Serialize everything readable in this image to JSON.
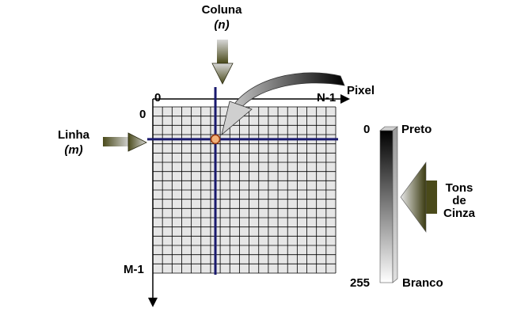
{
  "labels": {
    "column_title": "Coluna",
    "column_var": "(n)",
    "row_title": "Linha",
    "row_var": "(m)",
    "origin_col": "0",
    "last_col": "N-1",
    "origin_row": "0",
    "last_row": "M-1",
    "pixel": "Pixel",
    "scale_min": "0",
    "scale_max": "255",
    "black": "Preto",
    "white": "Branco",
    "tones_line1": "Tons",
    "tones_line2": "de",
    "tones_line3": "Cinza"
  },
  "grid": {
    "rows": 18,
    "cols": 19,
    "selected_row": 3,
    "selected_col": 6
  },
  "colors": {
    "grid_line": "#000000",
    "grid_fill": "#e6e6e6",
    "highlight_line": "#1a1a6e",
    "pixel_marker": "#f3b27a",
    "tones_arrow": "#4a4a1a"
  }
}
